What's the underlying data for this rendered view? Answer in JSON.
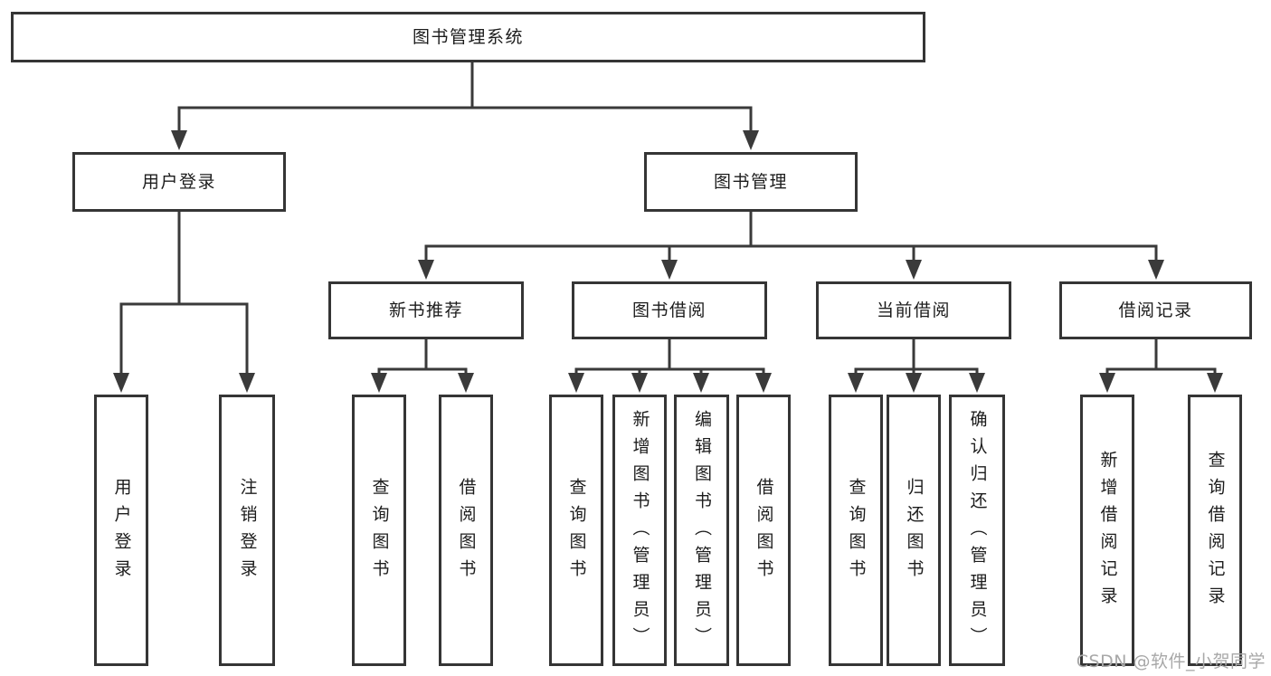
{
  "diagram_title": "图书管理系统",
  "tree": {
    "label": "图书管理系统",
    "children": [
      {
        "label": "用户登录",
        "children": [
          {
            "label": "用户登录"
          },
          {
            "label": "注销登录"
          }
        ]
      },
      {
        "label": "图书管理",
        "children": [
          {
            "label": "新书推荐",
            "children": [
              {
                "label": "查询图书"
              },
              {
                "label": "借阅图书"
              }
            ]
          },
          {
            "label": "图书借阅",
            "children": [
              {
                "label": "查询图书"
              },
              {
                "label": "新增图书（管理员）"
              },
              {
                "label": "编辑图书（管理员）"
              },
              {
                "label": "借阅图书"
              }
            ]
          },
          {
            "label": "当前借阅",
            "children": [
              {
                "label": "查询图书"
              },
              {
                "label": "归还图书"
              },
              {
                "label": "确认归还（管理员）"
              }
            ]
          },
          {
            "label": "借阅记录",
            "children": [
              {
                "label": "新增借阅记录"
              },
              {
                "label": "查询借阅记录"
              }
            ]
          }
        ]
      }
    ]
  },
  "watermark": "CSDN @软件_小贺同学",
  "colors": {
    "line": "#3a3a3a",
    "border": "#353535",
    "text": "#1c1c1c",
    "watermark": "#a8a8a8",
    "background": "#ffffff"
  }
}
